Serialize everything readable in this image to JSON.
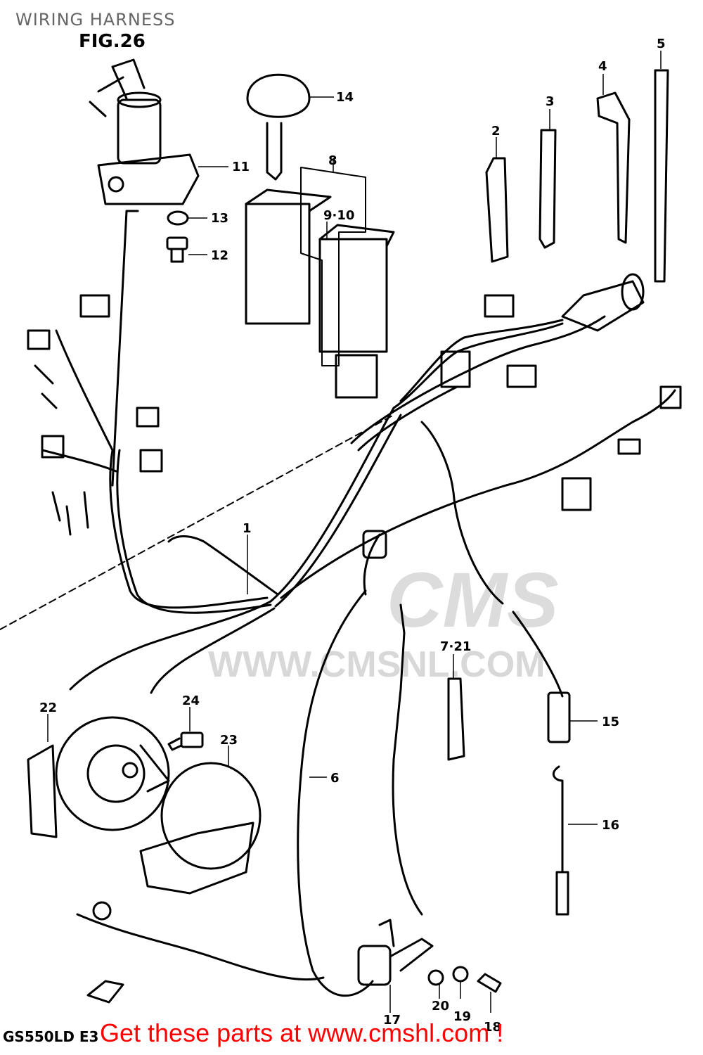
{
  "header": {
    "title": "WIRING HARNESS",
    "figure": "FIG.26"
  },
  "footer": {
    "model": "GS550LD E3",
    "promo": "Get these parts at www.cmshl.com !"
  },
  "watermark": {
    "logo": "CMS",
    "url": "WWW.CMSNL.COM"
  },
  "callouts": {
    "p1": "1",
    "p2": "2",
    "p3": "3",
    "p4": "4",
    "p5": "5",
    "p6": "6",
    "p7_21": "7·21",
    "p8": "8",
    "p9_10": "9·10",
    "p11": "11",
    "p12": "12",
    "p13": "13",
    "p14": "14",
    "p15": "15",
    "p16": "16",
    "p17": "17",
    "p18": "18",
    "p19": "19",
    "p20": "20",
    "p22": "22",
    "p23": "23",
    "p24": "24"
  },
  "colors": {
    "promo": "#ff0000",
    "title": "#666666",
    "watermark": "#d8d8d8"
  }
}
